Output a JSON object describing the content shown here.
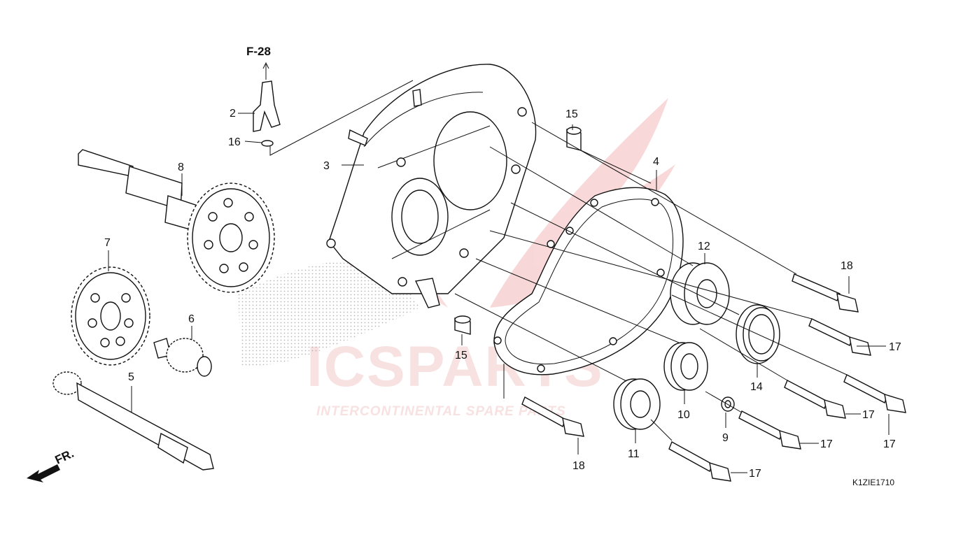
{
  "diagram": {
    "reference": "F-28",
    "drawing_code": "K1ZIE1710",
    "direction_label": "FR.",
    "watermark": {
      "brand": "ICSPARTS",
      "tagline": "INTERCONTINENTAL SPARE PARTS",
      "color": "#f0a9a9"
    },
    "labels": [
      {
        "id": "2",
        "text": "2"
      },
      {
        "id": "3",
        "text": "3"
      },
      {
        "id": "4",
        "text": "4"
      },
      {
        "id": "5",
        "text": "5"
      },
      {
        "id": "6",
        "text": "6"
      },
      {
        "id": "7",
        "text": "7"
      },
      {
        "id": "8",
        "text": "8"
      },
      {
        "id": "9",
        "text": "9"
      },
      {
        "id": "10",
        "text": "10"
      },
      {
        "id": "11",
        "text": "11"
      },
      {
        "id": "12",
        "text": "12"
      },
      {
        "id": "14",
        "text": "14"
      },
      {
        "id": "15a",
        "text": "15"
      },
      {
        "id": "15b",
        "text": "15"
      },
      {
        "id": "16",
        "text": "16"
      },
      {
        "id": "17a",
        "text": "17"
      },
      {
        "id": "17b",
        "text": "17"
      },
      {
        "id": "17c",
        "text": "17"
      },
      {
        "id": "17d",
        "text": "17"
      },
      {
        "id": "17e",
        "text": "17"
      },
      {
        "id": "18a",
        "text": "18"
      },
      {
        "id": "18b",
        "text": "18"
      }
    ]
  }
}
